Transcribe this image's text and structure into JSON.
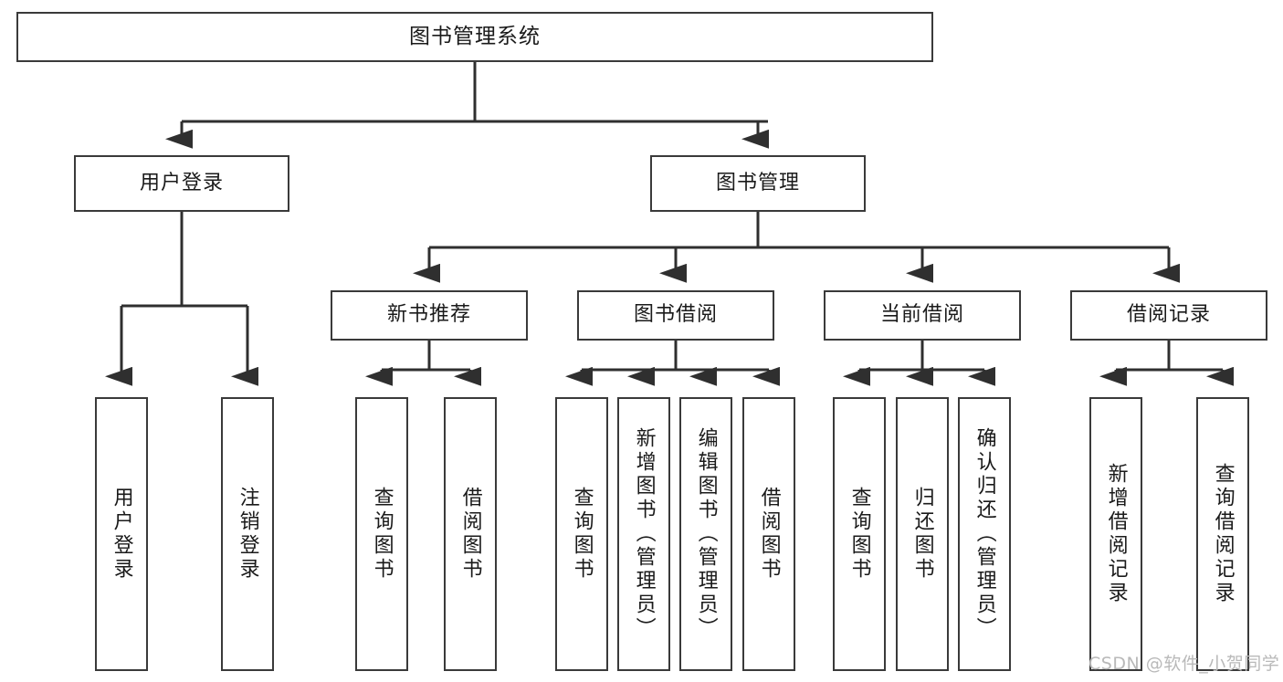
{
  "diagram": {
    "title": "图书管理系统",
    "type": "tree-hierarchy-chart",
    "stroke_color": "#3a3a3a",
    "fill_color": "#ffffff",
    "text_color": "#1a1a1a",
    "nodes": {
      "root": {
        "label": "图书管理系统"
      },
      "level2": [
        {
          "label": "用户登录"
        },
        {
          "label": "图书管理"
        }
      ],
      "level3": [
        {
          "label": "新书推荐"
        },
        {
          "label": "图书借阅"
        },
        {
          "label": "当前借阅"
        },
        {
          "label": "借阅记录"
        }
      ],
      "leaves_user_login": [
        {
          "label": "用户登录"
        },
        {
          "label": "注销登录"
        }
      ],
      "leaves_new_book": [
        {
          "label": "查询图书"
        },
        {
          "label": "借阅图书"
        }
      ],
      "leaves_borrow": [
        {
          "label": "查询图书"
        },
        {
          "label": "新增图书（管理员）"
        },
        {
          "label": "编辑图书（管理员）"
        },
        {
          "label": "借阅图书"
        }
      ],
      "leaves_current": [
        {
          "label": "查询图书"
        },
        {
          "label": "归还图书"
        },
        {
          "label": "确认归还（管理员）"
        }
      ],
      "leaves_records": [
        {
          "label": "新增借阅记录"
        },
        {
          "label": "查询借阅记录"
        }
      ]
    }
  },
  "watermark": {
    "text": "CSDN @软件_小贺同学"
  }
}
